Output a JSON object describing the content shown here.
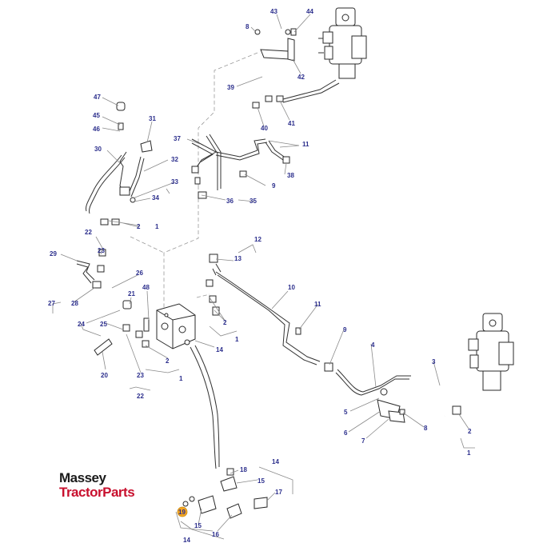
{
  "diagram": {
    "labels": [
      {
        "id": "43",
        "text": "43"
      },
      {
        "id": "44",
        "text": "44"
      },
      {
        "id": "8a",
        "text": "8"
      },
      {
        "id": "42",
        "text": "42"
      },
      {
        "id": "39",
        "text": "39"
      },
      {
        "id": "40",
        "text": "40"
      },
      {
        "id": "41",
        "text": "41"
      },
      {
        "id": "47",
        "text": "47"
      },
      {
        "id": "45",
        "text": "45"
      },
      {
        "id": "46",
        "text": "46"
      },
      {
        "id": "31",
        "text": "31"
      },
      {
        "id": "30",
        "text": "30"
      },
      {
        "id": "32",
        "text": "32"
      },
      {
        "id": "33",
        "text": "33"
      },
      {
        "id": "34",
        "text": "34"
      },
      {
        "id": "37",
        "text": "37"
      },
      {
        "id": "11a",
        "text": "11"
      },
      {
        "id": "38",
        "text": "38"
      },
      {
        "id": "9a",
        "text": "9"
      },
      {
        "id": "36",
        "text": "36"
      },
      {
        "id": "35",
        "text": "35"
      },
      {
        "id": "2a",
        "text": "2"
      },
      {
        "id": "1a",
        "text": "1"
      },
      {
        "id": "22a",
        "text": "22"
      },
      {
        "id": "29",
        "text": "29"
      },
      {
        "id": "23a",
        "text": "23"
      },
      {
        "id": "26",
        "text": "26"
      },
      {
        "id": "48",
        "text": "48"
      },
      {
        "id": "21",
        "text": "21"
      },
      {
        "id": "27",
        "text": "27"
      },
      {
        "id": "28",
        "text": "28"
      },
      {
        "id": "24",
        "text": "24"
      },
      {
        "id": "25",
        "text": "25"
      },
      {
        "id": "12",
        "text": "12"
      },
      {
        "id": "13",
        "text": "13"
      },
      {
        "id": "10",
        "text": "10"
      },
      {
        "id": "11b",
        "text": "11"
      },
      {
        "id": "2b",
        "text": "2"
      },
      {
        "id": "1b",
        "text": "1"
      },
      {
        "id": "14a",
        "text": "14"
      },
      {
        "id": "2c",
        "text": "2"
      },
      {
        "id": "1c",
        "text": "1"
      },
      {
        "id": "20",
        "text": "20"
      },
      {
        "id": "23b",
        "text": "23"
      },
      {
        "id": "22b",
        "text": "22"
      },
      {
        "id": "9b",
        "text": "9"
      },
      {
        "id": "4",
        "text": "4"
      },
      {
        "id": "3",
        "text": "3"
      },
      {
        "id": "5",
        "text": "5"
      },
      {
        "id": "6",
        "text": "6"
      },
      {
        "id": "7",
        "text": "7"
      },
      {
        "id": "8b",
        "text": "8"
      },
      {
        "id": "2d",
        "text": "2"
      },
      {
        "id": "1d",
        "text": "1"
      },
      {
        "id": "14b",
        "text": "14"
      },
      {
        "id": "18",
        "text": "18"
      },
      {
        "id": "15a",
        "text": "15"
      },
      {
        "id": "17",
        "text": "17"
      },
      {
        "id": "19",
        "text": "19"
      },
      {
        "id": "15b",
        "text": "15"
      },
      {
        "id": "16",
        "text": "16"
      },
      {
        "id": "14c",
        "text": "14"
      }
    ]
  },
  "logo": {
    "line1": "Massey",
    "line2": "TractorParts"
  },
  "colors": {
    "label": "#2b2e8c",
    "highlight": "#f5a623",
    "logo_red": "#c8102e"
  }
}
